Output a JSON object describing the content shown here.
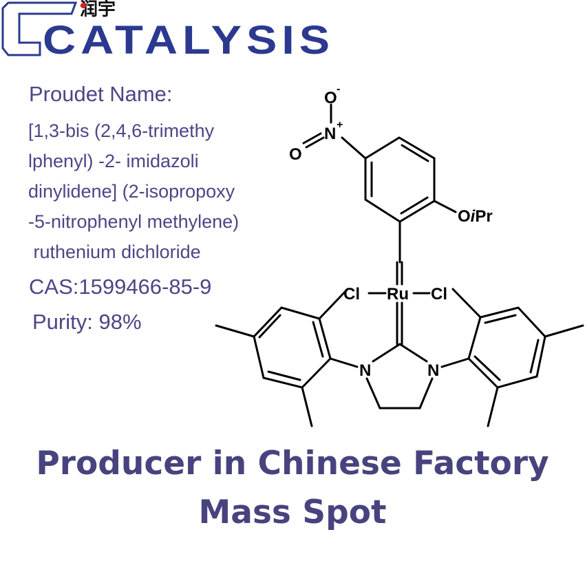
{
  "logo": {
    "brand": "CATALYSIS",
    "chinese": "润宇"
  },
  "product": {
    "name_label": "Proudet Name:",
    "name_lines": [
      "[1,3-bis (2,4,6-trimethy",
      "lphenyl) -2- imidazoli",
      "dinylidene] (2-isopropoxy",
      "-5-nitrophenyl methylene)",
      " ruthenium dichloride"
    ],
    "cas": "CAS:1599466-85-9",
    "purity": "Purity: 98%"
  },
  "structure": {
    "atoms": {
      "o_minus": "O",
      "o_minus_charge": "-",
      "n_plus": "N",
      "n_plus_charge": "+",
      "o_double": "O",
      "oipr_o": "O",
      "oipr_i": "i",
      "oipr_pr": "Pr",
      "ru": "Ru",
      "cl_left": "Cl",
      "cl_right": "Cl",
      "n_left": "N",
      "n_right": "N"
    }
  },
  "footer": {
    "line1": "Producer in Chinese Factory",
    "line2": "Mass Spot"
  },
  "colors": {
    "logo_blue": "#2b3a8f",
    "text_purple": "#4b4686"
  }
}
